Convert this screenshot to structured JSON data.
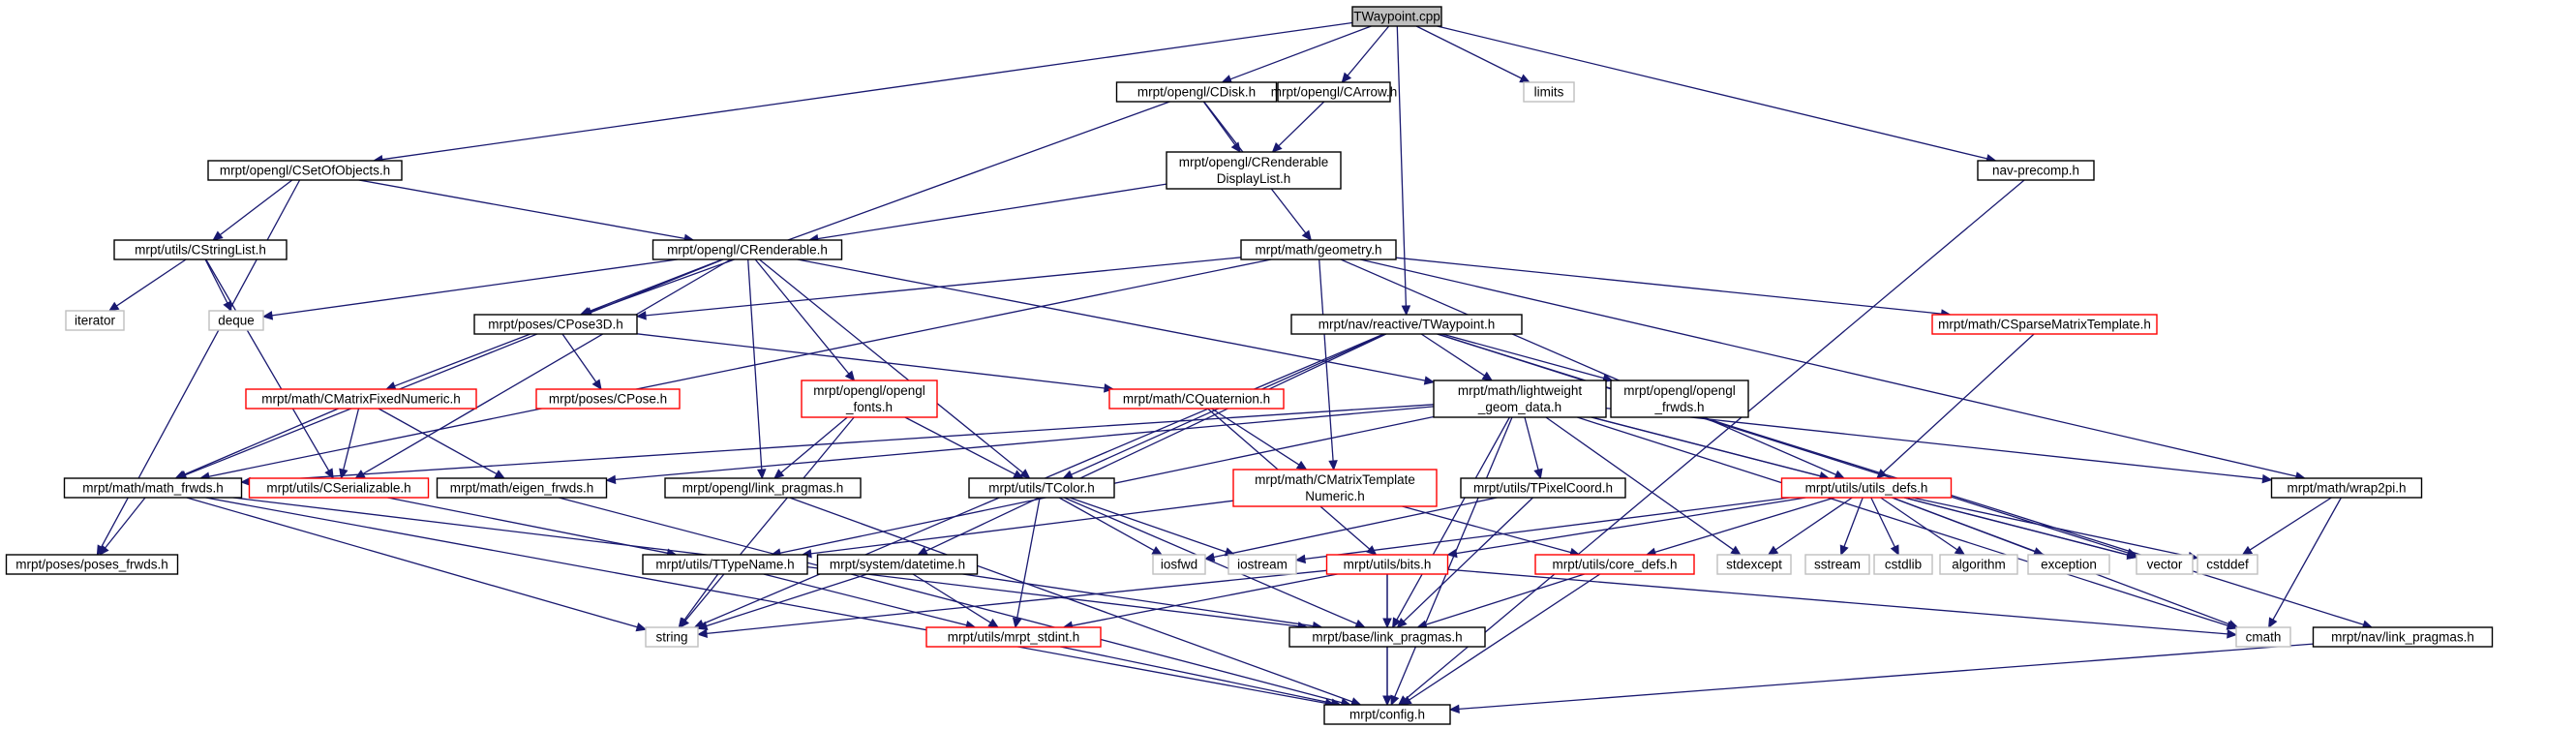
{
  "colors": {
    "edge": "#191970",
    "root_fill": "#bfbfbf",
    "normal_border": "#000000",
    "truncated_border": "#ff0000",
    "external_border": "#bfbfbf"
  },
  "nodes": [
    {
      "id": "n_twaypoint_cpp",
      "kind": "root",
      "lines": [
        "TWaypoint.cpp"
      ]
    },
    {
      "id": "n_cdisk",
      "kind": "normal",
      "lines": [
        "mrpt/opengl/CDisk.h"
      ]
    },
    {
      "id": "n_carrow",
      "kind": "normal",
      "lines": [
        "mrpt/opengl/CArrow.h"
      ]
    },
    {
      "id": "n_limits",
      "kind": "grey",
      "lines": [
        "limits"
      ]
    },
    {
      "id": "n_csetofobjects",
      "kind": "normal",
      "lines": [
        "mrpt/opengl/CSetOfObjects.h"
      ]
    },
    {
      "id": "n_crenderable_displaylist",
      "kind": "normal",
      "lines": [
        "mrpt/opengl/CRenderable",
        "DisplayList.h"
      ]
    },
    {
      "id": "n_nav_precomp",
      "kind": "normal",
      "lines": [
        "nav-precomp.h"
      ]
    },
    {
      "id": "n_cstringlist",
      "kind": "normal",
      "lines": [
        "mrpt/utils/CStringList.h"
      ]
    },
    {
      "id": "n_crenderable",
      "kind": "normal",
      "lines": [
        "mrpt/opengl/CRenderable.h"
      ]
    },
    {
      "id": "n_geometry",
      "kind": "normal",
      "lines": [
        "mrpt/math/geometry.h"
      ]
    },
    {
      "id": "n_iterator",
      "kind": "grey",
      "lines": [
        "iterator"
      ]
    },
    {
      "id": "n_deque",
      "kind": "grey",
      "lines": [
        "deque"
      ]
    },
    {
      "id": "n_cpose3d",
      "kind": "normal",
      "lines": [
        "mrpt/poses/CPose3D.h"
      ]
    },
    {
      "id": "n_twaypoint_h",
      "kind": "normal",
      "lines": [
        "mrpt/nav/reactive/TWaypoint.h"
      ]
    },
    {
      "id": "n_csparsematrixtemplate",
      "kind": "red",
      "lines": [
        "mrpt/math/CSparseMatrixTemplate.h"
      ]
    },
    {
      "id": "n_cmatrixfixednumeric",
      "kind": "red",
      "lines": [
        "mrpt/math/CMatrixFixedNumeric.h"
      ]
    },
    {
      "id": "n_cpose",
      "kind": "red",
      "lines": [
        "mrpt/poses/CPose.h"
      ]
    },
    {
      "id": "n_opengl_fonts",
      "kind": "red",
      "lines": [
        "mrpt/opengl/opengl",
        "_fonts.h"
      ]
    },
    {
      "id": "n_cquaternion",
      "kind": "red",
      "lines": [
        "mrpt/math/CQuaternion.h"
      ]
    },
    {
      "id": "n_lightweight_geom_data",
      "kind": "normal",
      "lines": [
        "mrpt/math/lightweight",
        "_geom_data.h"
      ]
    },
    {
      "id": "n_opengl_frwds",
      "kind": "normal",
      "lines": [
        "mrpt/opengl/opengl",
        "_frwds.h"
      ]
    },
    {
      "id": "n_math_frwds",
      "kind": "normal",
      "lines": [
        "mrpt/math/math_frwds.h"
      ]
    },
    {
      "id": "n_cserializable",
      "kind": "red",
      "lines": [
        "mrpt/utils/CSerializable.h"
      ]
    },
    {
      "id": "n_eigen_frwds",
      "kind": "normal",
      "lines": [
        "mrpt/math/eigen_frwds.h"
      ]
    },
    {
      "id": "n_opengl_link_pragmas",
      "kind": "normal",
      "lines": [
        "mrpt/opengl/link_pragmas.h"
      ]
    },
    {
      "id": "n_tcolor",
      "kind": "normal",
      "lines": [
        "mrpt/utils/TColor.h"
      ]
    },
    {
      "id": "n_cmatrixtemplatenumeric",
      "kind": "red",
      "lines": [
        "mrpt/math/CMatrixTemplate",
        "Numeric.h"
      ]
    },
    {
      "id": "n_tpixelcoord",
      "kind": "normal",
      "lines": [
        "mrpt/utils/TPixelCoord.h"
      ]
    },
    {
      "id": "n_utils_defs",
      "kind": "red",
      "lines": [
        "mrpt/utils/utils_defs.h"
      ]
    },
    {
      "id": "n_wrap2pi",
      "kind": "normal",
      "lines": [
        "mrpt/math/wrap2pi.h"
      ]
    },
    {
      "id": "n_poses_frwds",
      "kind": "normal",
      "lines": [
        "mrpt/poses/poses_frwds.h"
      ]
    },
    {
      "id": "n_ttypename",
      "kind": "normal",
      "lines": [
        "mrpt/utils/TTypeName.h"
      ]
    },
    {
      "id": "n_datetime",
      "kind": "normal",
      "lines": [
        "mrpt/system/datetime.h"
      ]
    },
    {
      "id": "n_iosfwd",
      "kind": "grey",
      "lines": [
        "iosfwd"
      ]
    },
    {
      "id": "n_iostream",
      "kind": "grey",
      "lines": [
        "iostream"
      ]
    },
    {
      "id": "n_bits",
      "kind": "red",
      "lines": [
        "mrpt/utils/bits.h"
      ]
    },
    {
      "id": "n_core_defs",
      "kind": "red",
      "lines": [
        "mrpt/utils/core_defs.h"
      ]
    },
    {
      "id": "n_stdexcept",
      "kind": "grey",
      "lines": [
        "stdexcept"
      ]
    },
    {
      "id": "n_sstream",
      "kind": "grey",
      "lines": [
        "sstream"
      ]
    },
    {
      "id": "n_cstdlib",
      "kind": "grey",
      "lines": [
        "cstdlib"
      ]
    },
    {
      "id": "n_algorithm",
      "kind": "grey",
      "lines": [
        "algorithm"
      ]
    },
    {
      "id": "n_exception",
      "kind": "grey",
      "lines": [
        "exception"
      ]
    },
    {
      "id": "n_vector",
      "kind": "grey",
      "lines": [
        "vector"
      ]
    },
    {
      "id": "n_cstddef",
      "kind": "grey",
      "lines": [
        "cstddef"
      ]
    },
    {
      "id": "n_string",
      "kind": "grey",
      "lines": [
        "string"
      ]
    },
    {
      "id": "n_mrpt_stdint",
      "kind": "red",
      "lines": [
        "mrpt/utils/mrpt_stdint.h"
      ]
    },
    {
      "id": "n_base_link_pragmas",
      "kind": "normal",
      "lines": [
        "mrpt/base/link_pragmas.h"
      ]
    },
    {
      "id": "n_cmath",
      "kind": "grey",
      "lines": [
        "cmath"
      ]
    },
    {
      "id": "n_nav_link_pragmas",
      "kind": "normal",
      "lines": [
        "mrpt/nav/link_pragmas.h"
      ]
    },
    {
      "id": "n_config",
      "kind": "normal",
      "lines": [
        "mrpt/config.h"
      ]
    }
  ],
  "edges": [
    [
      "n_twaypoint_cpp",
      "n_cdisk"
    ],
    [
      "n_twaypoint_cpp",
      "n_carrow"
    ],
    [
      "n_twaypoint_cpp",
      "n_limits"
    ],
    [
      "n_twaypoint_cpp",
      "n_csetofobjects"
    ],
    [
      "n_twaypoint_cpp",
      "n_nav_precomp"
    ],
    [
      "n_twaypoint_cpp",
      "n_twaypoint_h"
    ],
    [
      "n_cdisk",
      "n_crenderable_displaylist"
    ],
    [
      "n_cdisk",
      "n_geometry"
    ],
    [
      "n_cdisk",
      "n_cpose3d"
    ],
    [
      "n_carrow",
      "n_crenderable_displaylist"
    ],
    [
      "n_crenderable_displaylist",
      "n_crenderable"
    ],
    [
      "n_csetofobjects",
      "n_cstringlist"
    ],
    [
      "n_csetofobjects",
      "n_crenderable"
    ],
    [
      "n_csetofobjects",
      "n_poses_frwds"
    ],
    [
      "n_nav_precomp",
      "n_config"
    ],
    [
      "n_cstringlist",
      "n_iterator"
    ],
    [
      "n_cstringlist",
      "n_deque"
    ],
    [
      "n_cstringlist",
      "n_cserializable"
    ],
    [
      "n_crenderable",
      "n_deque"
    ],
    [
      "n_crenderable",
      "n_cpose3d"
    ],
    [
      "n_crenderable",
      "n_opengl_fonts"
    ],
    [
      "n_crenderable",
      "n_lightweight_geom_data"
    ],
    [
      "n_crenderable",
      "n_math_frwds"
    ],
    [
      "n_crenderable",
      "n_cserializable"
    ],
    [
      "n_crenderable",
      "n_opengl_link_pragmas"
    ],
    [
      "n_crenderable",
      "n_tcolor"
    ],
    [
      "n_geometry",
      "n_cpose3d"
    ],
    [
      "n_geometry",
      "n_csparsematrixtemplate"
    ],
    [
      "n_geometry",
      "n_cmatrixtemplatenumeric"
    ],
    [
      "n_geometry",
      "n_math_frwds"
    ],
    [
      "n_geometry",
      "n_utils_defs"
    ],
    [
      "n_geometry",
      "n_wrap2pi"
    ],
    [
      "n_cpose3d",
      "n_cmatrixfixednumeric"
    ],
    [
      "n_cpose3d",
      "n_cpose"
    ],
    [
      "n_cpose3d",
      "n_cquaternion"
    ],
    [
      "n_twaypoint_h",
      "n_lightweight_geom_data"
    ],
    [
      "n_twaypoint_h",
      "n_opengl_frwds"
    ],
    [
      "n_twaypoint_h",
      "n_tcolor"
    ],
    [
      "n_twaypoint_h",
      "n_datetime"
    ],
    [
      "n_twaypoint_h",
      "n_string"
    ],
    [
      "n_twaypoint_h",
      "n_vector"
    ],
    [
      "n_twaypoint_h",
      "n_nav_link_pragmas"
    ],
    [
      "n_csparsematrixtemplate",
      "n_utils_defs"
    ],
    [
      "n_cmatrixfixednumeric",
      "n_math_frwds"
    ],
    [
      "n_cmatrixfixednumeric",
      "n_cserializable"
    ],
    [
      "n_cmatrixfixednumeric",
      "n_eigen_frwds"
    ],
    [
      "n_opengl_fonts",
      "n_opengl_link_pragmas"
    ],
    [
      "n_opengl_fonts",
      "n_tcolor"
    ],
    [
      "n_opengl_fonts",
      "n_string"
    ],
    [
      "n_cquaternion",
      "n_cmatrixtemplatenumeric"
    ],
    [
      "n_cquaternion",
      "n_bits"
    ],
    [
      "n_lightweight_geom_data",
      "n_math_frwds"
    ],
    [
      "n_lightweight_geom_data",
      "n_eigen_frwds"
    ],
    [
      "n_lightweight_geom_data",
      "n_ttypename"
    ],
    [
      "n_lightweight_geom_data",
      "n_tpixelcoord"
    ],
    [
      "n_lightweight_geom_data",
      "n_utils_defs"
    ],
    [
      "n_lightweight_geom_data",
      "n_wrap2pi"
    ],
    [
      "n_lightweight_geom_data",
      "n_stdexcept"
    ],
    [
      "n_lightweight_geom_data",
      "n_vector"
    ],
    [
      "n_lightweight_geom_data",
      "n_base_link_pragmas"
    ],
    [
      "n_lightweight_geom_data",
      "n_config"
    ],
    [
      "n_lightweight_geom_data",
      "n_cmath"
    ],
    [
      "n_math_frwds",
      "n_poses_frwds"
    ],
    [
      "n_math_frwds",
      "n_string"
    ],
    [
      "n_math_frwds",
      "n_base_link_pragmas"
    ],
    [
      "n_math_frwds",
      "n_config"
    ],
    [
      "n_cserializable",
      "n_ttypename"
    ],
    [
      "n_eigen_frwds",
      "n_config"
    ],
    [
      "n_opengl_link_pragmas",
      "n_config"
    ],
    [
      "n_tcolor",
      "n_iosfwd"
    ],
    [
      "n_tcolor",
      "n_iostream"
    ],
    [
      "n_tcolor",
      "n_mrpt_stdint"
    ],
    [
      "n_tcolor",
      "n_base_link_pragmas"
    ],
    [
      "n_cmatrixtemplatenumeric",
      "n_core_defs"
    ],
    [
      "n_cmatrixtemplatenumeric",
      "n_ttypename"
    ],
    [
      "n_tpixelcoord",
      "n_iosfwd"
    ],
    [
      "n_tpixelcoord",
      "n_base_link_pragmas"
    ],
    [
      "n_utils_defs",
      "n_iostream"
    ],
    [
      "n_utils_defs",
      "n_bits"
    ],
    [
      "n_utils_defs",
      "n_core_defs"
    ],
    [
      "n_utils_defs",
      "n_stdexcept"
    ],
    [
      "n_utils_defs",
      "n_sstream"
    ],
    [
      "n_utils_defs",
      "n_cstdlib"
    ],
    [
      "n_utils_defs",
      "n_algorithm"
    ],
    [
      "n_utils_defs",
      "n_exception"
    ],
    [
      "n_utils_defs",
      "n_vector"
    ],
    [
      "n_utils_defs",
      "n_cstddef"
    ],
    [
      "n_utils_defs",
      "n_cmath"
    ],
    [
      "n_wrap2pi",
      "n_cstddef"
    ],
    [
      "n_wrap2pi",
      "n_cmath"
    ],
    [
      "n_ttypename",
      "n_string"
    ],
    [
      "n_ttypename",
      "n_mrpt_stdint"
    ],
    [
      "n_datetime",
      "n_string"
    ],
    [
      "n_datetime",
      "n_mrpt_stdint"
    ],
    [
      "n_datetime",
      "n_base_link_pragmas"
    ],
    [
      "n_bits",
      "n_string"
    ],
    [
      "n_bits",
      "n_mrpt_stdint"
    ],
    [
      "n_bits",
      "n_base_link_pragmas"
    ],
    [
      "n_bits",
      "n_cmath"
    ],
    [
      "n_bits",
      "n_config"
    ],
    [
      "n_core_defs",
      "n_base_link_pragmas"
    ],
    [
      "n_core_defs",
      "n_config"
    ],
    [
      "n_mrpt_stdint",
      "n_config"
    ],
    [
      "n_base_link_pragmas",
      "n_config"
    ],
    [
      "n_nav_link_pragmas",
      "n_config"
    ]
  ]
}
